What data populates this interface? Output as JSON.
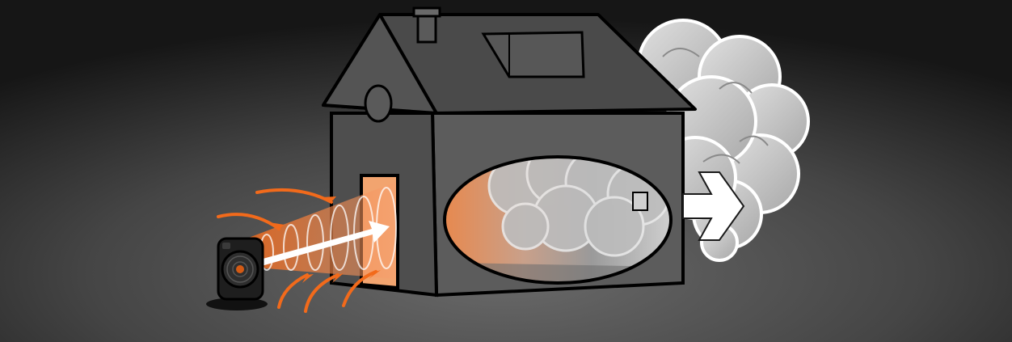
{
  "illustration": {
    "subject": "positive-pressure-ventilation",
    "elements": [
      "fan",
      "house",
      "smoke",
      "airflow-arrows",
      "exhaust-arrow"
    ]
  },
  "colors": {
    "background_dark": "#1c1c1c",
    "background_light": "#5a5a5a",
    "house_fill": "#525252",
    "house_side": "#5e5e5e",
    "outline": "#000000",
    "airflow": "#f26a1b",
    "smoke": "#c9c9c9",
    "arrow": "#ffffff"
  },
  "icons": [
    "fan-icon",
    "house-icon",
    "smoke-cloud-icon",
    "white-arrow-icon",
    "chimney-icon",
    "window-icon",
    "door-icon"
  ]
}
